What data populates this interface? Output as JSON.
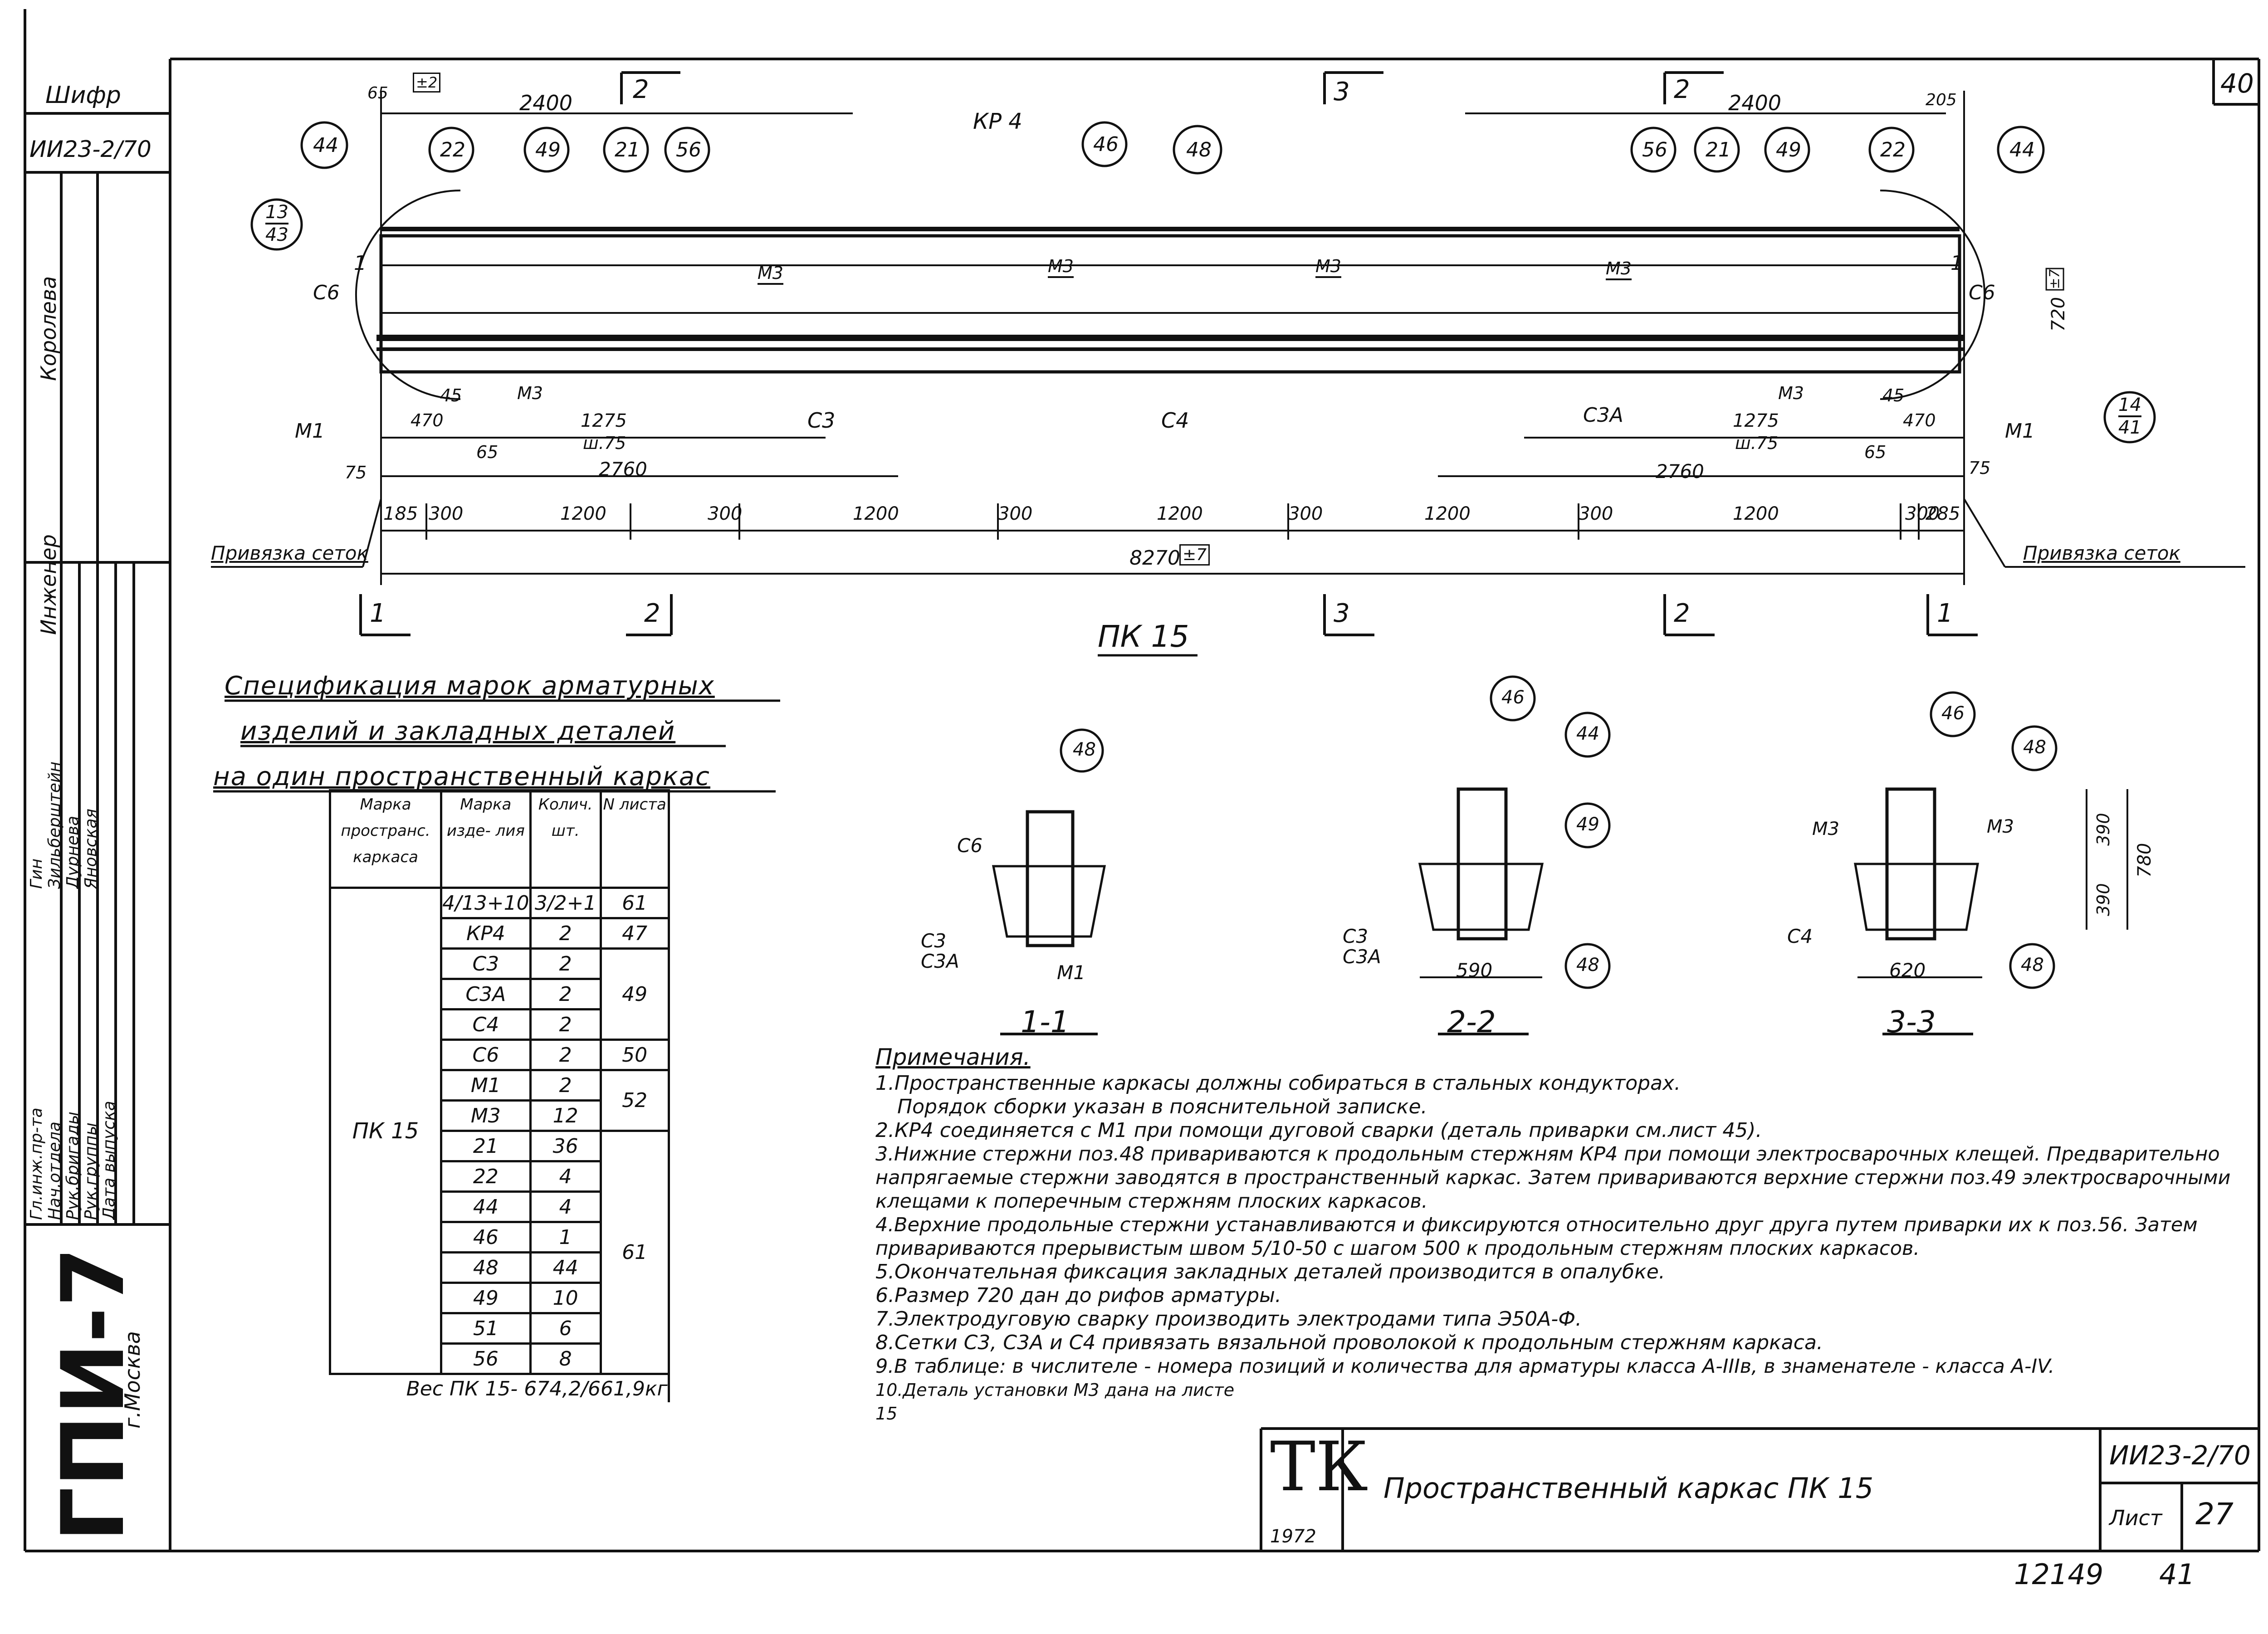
{
  "sheet_number_corner": "40",
  "stamp": {
    "shifr_label": "Шифр",
    "shifr_value": "ИИ23-2/70",
    "roles": [
      "Гл.инж.пр-та",
      "Нач.отдела",
      "Рук.бригады",
      "Рук.группы",
      "Дата выпуска"
    ],
    "names": [
      "Гин",
      "Зильберштейн",
      "Дурнева",
      "Яновская"
    ],
    "role_engineer": "Инженер",
    "name_korolev": "Королева",
    "org": "ГПИ-7",
    "city": "г.Москва"
  },
  "elevation": {
    "title": "ПК 15",
    "labels": {
      "kr4": "КР 4",
      "m3": "М3",
      "c6": "С6",
      "m1": "М1",
      "c3": "С3",
      "c4": "С4",
      "c3a": "С3А",
      "privyazka_left": "Привязка сеток",
      "privyazka_right": "Привязка сеток",
      "h720": "720",
      "h720_tol": "±7",
      "one": "1"
    },
    "bubbles_left": [
      "44",
      "22",
      "49",
      "21",
      "56",
      "46",
      "48"
    ],
    "bubbles_right": [
      "56",
      "21",
      "49",
      "22",
      "44"
    ],
    "fraction_left": {
      "num": "13",
      "den": "43"
    },
    "fraction_right": {
      "num": "14",
      "den": "41"
    },
    "dims_top": {
      "d65": "65",
      "tol2": "±2",
      "left": "2400",
      "right": "2400",
      "d205": "205"
    },
    "dims_mid": {
      "d45": "45",
      "d470": "470",
      "d65": "65",
      "d1275": "1275",
      "step": "ш.75",
      "d2760": "2760",
      "d75": "75"
    },
    "dims_bottom": [
      "185",
      "300",
      "1200",
      "300",
      "1200",
      "300",
      "1200",
      "300",
      "1200",
      "300",
      "1200",
      "300",
      "285"
    ],
    "overall": "8270",
    "overall_tol": "±7",
    "section_marks": [
      "1",
      "2",
      "3",
      "2",
      "1"
    ]
  },
  "sections": {
    "s1": {
      "title": "1-1",
      "bubble": "48",
      "c6": "С6",
      "c3": "С3",
      "c3a": "С3А",
      "m1": "М1"
    },
    "s2": {
      "title": "2-2",
      "bubbles": [
        "46",
        "44",
        "49",
        "48"
      ],
      "c3": "С3",
      "c3a": "С3А",
      "width": "590"
    },
    "s3": {
      "title": "3-3",
      "bubbles": [
        "46",
        "48",
        "48"
      ],
      "m3_left": "М3",
      "m3_right": "М3",
      "c4": "С4",
      "width": "620",
      "h_total": "780",
      "h_top": "390",
      "h_bottom": "390"
    }
  },
  "spec": {
    "title_lines": [
      "Спецификация марок арматурных",
      "изделий и закладных деталей",
      "на один пространственный каркас"
    ],
    "headers": [
      "Марка пространс. каркаса",
      "Марка изде- лия",
      "Колич. шт.",
      "N листа"
    ],
    "frame_mark": "ПК 15",
    "rows": [
      {
        "item": "4/13+10",
        "qty": "3/2+1",
        "sheet": "61"
      },
      {
        "item": "КР4",
        "qty": "2",
        "sheet": "47"
      },
      {
        "item": "С3",
        "qty": "2",
        "sheet": ""
      },
      {
        "item": "С3А",
        "qty": "2",
        "sheet": "49"
      },
      {
        "item": "С4",
        "qty": "2",
        "sheet": ""
      },
      {
        "item": "С6",
        "qty": "2",
        "sheet": "50"
      },
      {
        "item": "М1",
        "qty": "2",
        "sheet": "52"
      },
      {
        "item": "М3",
        "qty": "12",
        "sheet": ""
      },
      {
        "item": "21",
        "qty": "36",
        "sheet": ""
      },
      {
        "item": "22",
        "qty": "4",
        "sheet": ""
      },
      {
        "item": "44",
        "qty": "4",
        "sheet": ""
      },
      {
        "item": "46",
        "qty": "1",
        "sheet": "61"
      },
      {
        "item": "48",
        "qty": "44",
        "sheet": ""
      },
      {
        "item": "49",
        "qty": "10",
        "sheet": ""
      },
      {
        "item": "51",
        "qty": "6",
        "sheet": ""
      },
      {
        "item": "56",
        "qty": "8",
        "sheet": ""
      }
    ],
    "weight": "Вес ПК 15- 674,2/661,9кг"
  },
  "notes": {
    "title": "Примечания.",
    "items": [
      "1.Пространственные каркасы должны собираться в стальных кондукторах.",
      "Порядок сборки указан в пояснительной записке.",
      "2.КР4 соединяется с М1 при помощи дуговой сварки (деталь приварки см.лист 45).",
      "3.Нижние стержни поз.48 привариваются к продольным стержням КР4 при помощи электросварочных клещей. Предварительно напрягаемые стержни заводятся в пространственный каркас. Затем привариваются верхние стержни поз.49 электросварочными клещами к поперечным стержням плоских каркасов.",
      "4.Верхние продольные стержни устанавливаются и фиксируются относительно друг друга путем приварки их к поз.56. Затем привариваются прерывистым швом 5/10-50 с шагом 500 к продольным стержням плоских каркасов.",
      "5.Окончательная фиксация закладных деталей производится в опалубке.",
      "6.Размер 720 дан до рифов арматуры.",
      "7.Электродуговую сварку производить электродами типа Э50А-Ф.",
      "8.Сетки С3, С3А и С4 привязать вязальной проволокой к продольным стержням каркаса.",
      "9.В таблице: в числителе - номера позиций и количества для арматуры класса А-IIIв, в знаменателе - класса А-IV.",
      "10.Деталь установки М3 дана на листе 15"
    ]
  },
  "title_block": {
    "logo": "ТК",
    "year": "1972",
    "title": "Пространственный каркас ПК 15",
    "code": "ИИ23-2/70",
    "sheet_label": "Лист",
    "sheet": "27"
  },
  "footer": {
    "inv": "12149",
    "extra": "41"
  }
}
